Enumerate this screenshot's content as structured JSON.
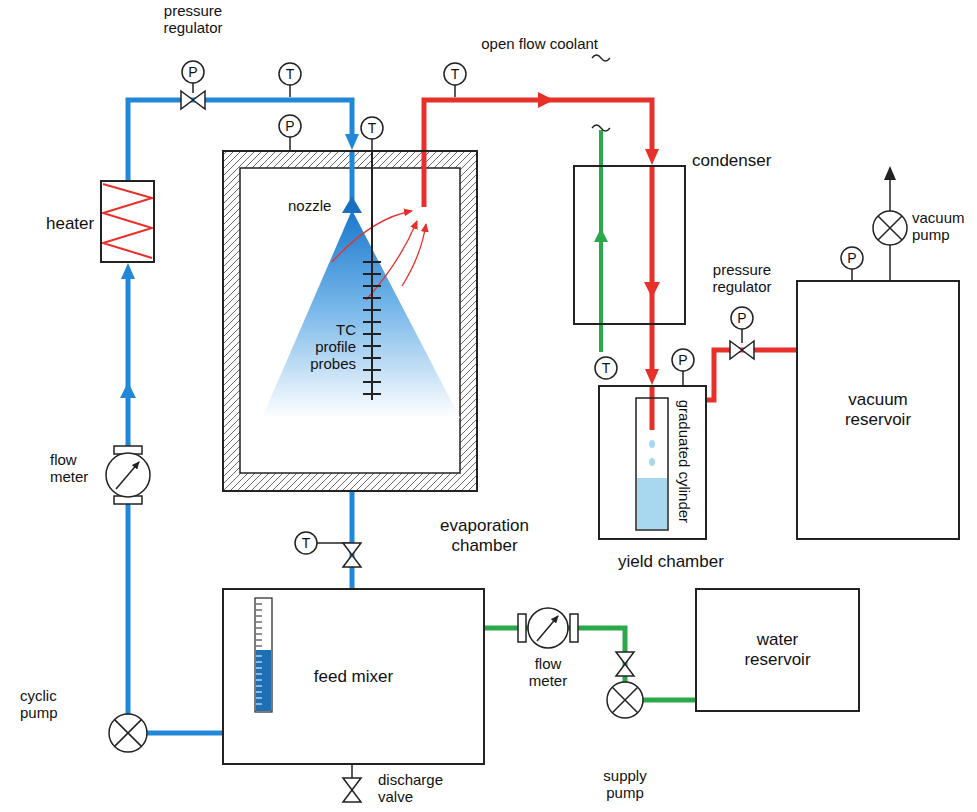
{
  "diagram": {
    "nodes": [
      {
        "text": [
          "heater"
        ]
      },
      {
        "text": [
          "evaporation chamber"
        ]
      },
      {
        "text": [
          "condenser"
        ]
      },
      {
        "text": [
          "yield chamber"
        ]
      },
      {
        "text": [
          "vacuum reservoir"
        ]
      },
      {
        "text": [
          "feed mixer"
        ]
      },
      {
        "text": [
          "water reservoir"
        ]
      }
    ],
    "edges": [
      {
        "from": 5,
        "to": 0,
        "arrow": "to"
      },
      {
        "from": 0,
        "to": 1,
        "arrow": "to"
      },
      {
        "from": 1,
        "to": 2,
        "arrow": "to"
      },
      {
        "from": 2,
        "to": 3,
        "arrow": "to"
      },
      {
        "from": 3,
        "to": 4,
        "arrow": "none"
      },
      {
        "from": 1,
        "to": 5,
        "arrow": "none"
      },
      {
        "from": 6,
        "to": 5,
        "arrow": "none"
      }
    ],
    "labels": [
      "pressure regulator",
      "P",
      "T",
      "P",
      "T",
      "T",
      "nozzle",
      "TC profile probes",
      "open flow coolant",
      "vacuum pump",
      "P",
      "pressure regulator",
      "P",
      "T",
      "P",
      "graduated cylinder",
      "flow meter",
      "T",
      "cyclic pump",
      "discharge valve",
      "flow meter",
      "supply pump"
    ]
  }
}
